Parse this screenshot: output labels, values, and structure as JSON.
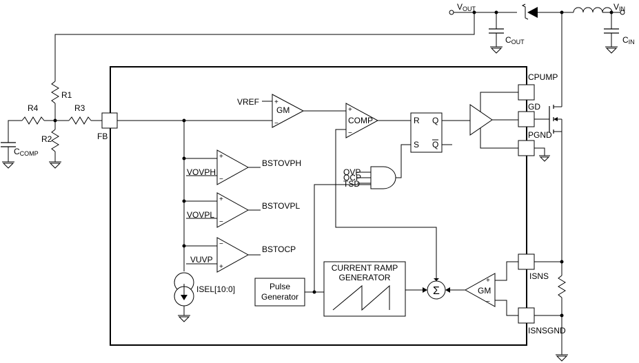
{
  "nets": {
    "vout": "V",
    "vout_sub": "OUT",
    "vin": "V",
    "vin_sub": "IN",
    "cout": "C",
    "cout_sub": "OUT",
    "cin": "C",
    "cin_sub": "IN",
    "ccomp": "C",
    "ccomp_sub": "COMP"
  },
  "resistors": {
    "r1": "R1",
    "r2": "R2",
    "r3": "R3",
    "r4": "R4"
  },
  "pins": {
    "fb": "FB",
    "cpump": "CPUMP",
    "gd": "GD",
    "pgnd": "PGND",
    "isns": "ISNS",
    "isnsgnd": "ISNSGND"
  },
  "blocks": {
    "vref": "VREF",
    "gm_main": "GM",
    "comp": "COMP",
    "latch_r": "R",
    "latch_q": "Q",
    "latch_s": "S",
    "latch_qbar": "Q",
    "ovp": "OVP",
    "ocp": "OCP",
    "tsd": "TSD",
    "vovph": "VOVPH",
    "bstovph": "BSTOVPH",
    "vovpl": "VOVPL",
    "bstovpl": "BSTOVPL",
    "vuvp": "VUVP",
    "bstocp": "BSTOCP",
    "isel": "ISEL[10:0]",
    "pulse_l1": "Pulse",
    "pulse_l2": "Generator",
    "ramp_l1": "CURRENT RAMP",
    "ramp_l2": "GENERATOR",
    "sigma": "Σ",
    "gm_sense": "GM",
    "plus": "+",
    "minus": "−"
  }
}
